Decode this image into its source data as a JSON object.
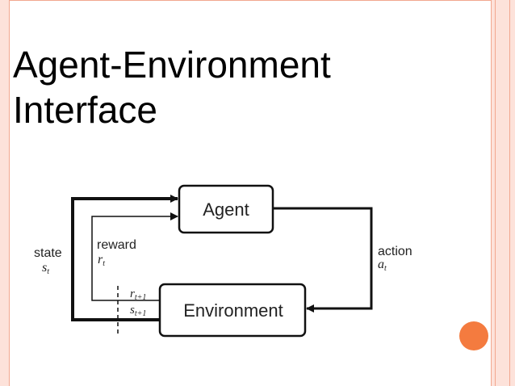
{
  "title": {
    "line1": "Agent-Environment",
    "line2": "Interface"
  },
  "diagram": {
    "agent": "Agent",
    "environment": "Environment",
    "state": {
      "label": "state",
      "symbol": "s",
      "sub": "t"
    },
    "reward": {
      "label": "reward",
      "symbol": "r",
      "sub": "t"
    },
    "action": {
      "label": "action",
      "symbol": "a",
      "sub": "t"
    },
    "next_reward": {
      "symbol": "r",
      "sub": "t+1"
    },
    "next_state": {
      "symbol": "s",
      "sub": "t+1"
    }
  },
  "colors": {
    "accent": "#f47b3f",
    "border": "#fde2da",
    "border_line": "#f2a78f"
  }
}
